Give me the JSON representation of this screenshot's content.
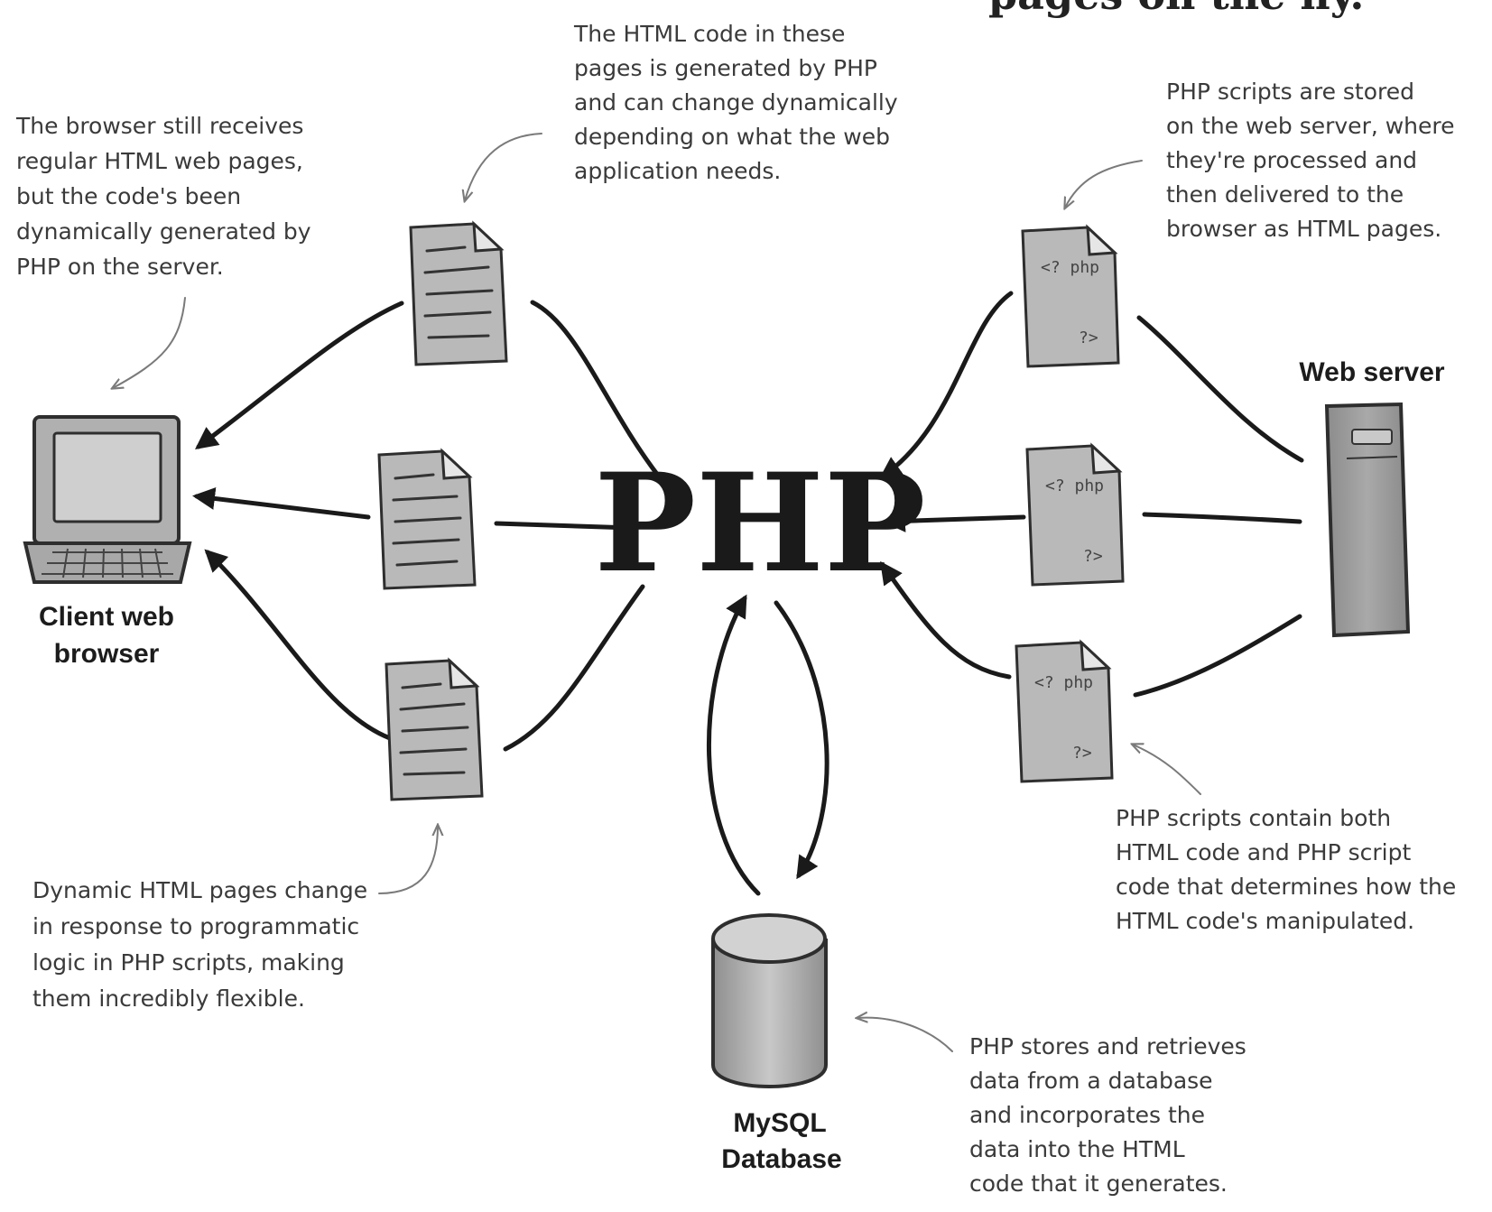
{
  "title_fragment": "pages on the fly.",
  "center_label": "PHP",
  "nodes": {
    "client": [
      "Client web",
      "browser"
    ],
    "server": "Web server",
    "database": [
      "MySQL",
      "Database"
    ]
  },
  "script_tags": {
    "open": "<? php",
    "close": "?>"
  },
  "notes": {
    "browser": [
      "The browser still receives",
      "regular HTML web pages,",
      "but the code's been",
      "dynamically generated by",
      "PHP on the server."
    ],
    "html_pages": [
      "The HTML code in these",
      "pages is generated by PHP",
      "and can change dynamically",
      "depending on what the web",
      "application needs."
    ],
    "scripts_stored": [
      "PHP scripts are stored",
      "on the web server, where",
      "they're processed and",
      "then delivered to the",
      "browser as HTML pages."
    ],
    "dynamic_pages": [
      "Dynamic HTML pages change",
      "in response to programmatic",
      "logic in PHP scripts, making",
      "them incredibly flexible."
    ],
    "scripts_contain": [
      "PHP scripts contain both",
      "HTML code and PHP script",
      "code that determines how the",
      "HTML code's manipulated."
    ],
    "database": [
      "PHP stores and retrieves",
      "data from a database",
      "and incorporates the",
      "data into the HTML",
      "code that it generates."
    ]
  }
}
